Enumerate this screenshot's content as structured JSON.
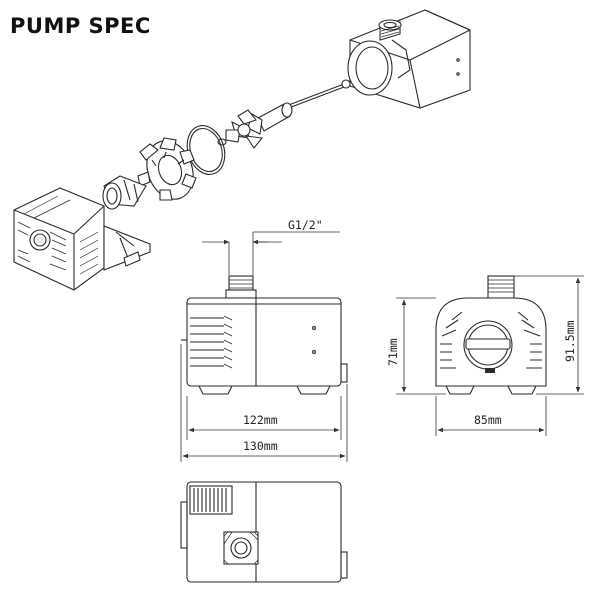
{
  "title": "PUMP SPEC",
  "dimensions": {
    "thread": "G1/2\"",
    "inner_length": "122mm",
    "total_length": "130mm",
    "width": "85mm",
    "body_height": "71mm",
    "total_height": "91.5mm"
  }
}
